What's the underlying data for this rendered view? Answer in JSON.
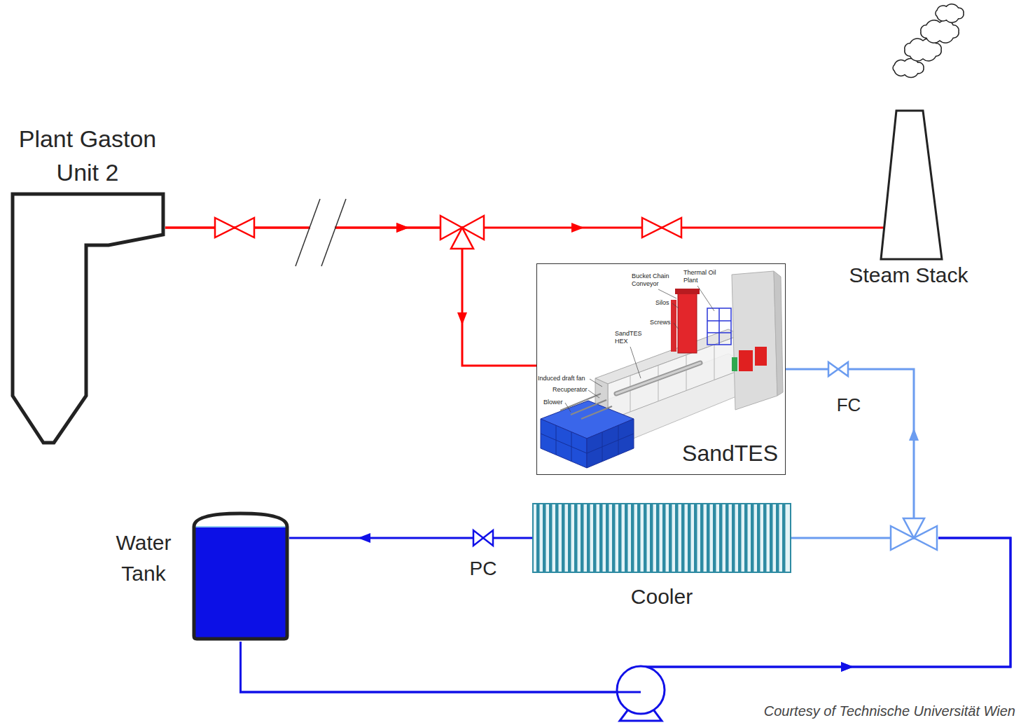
{
  "diagram": {
    "nodes": [
      {
        "text": [
          "Plant Gaston Unit 2"
        ]
      },
      {
        "text": [
          "Steam Stack"
        ]
      },
      {
        "text": [
          "SandTES"
        ]
      },
      {
        "text": [
          "Water Tank"
        ]
      },
      {
        "text": [
          "Cooler"
        ]
      }
    ],
    "edges": [
      {
        "from": 0,
        "to": 1,
        "arrow": "to"
      },
      {
        "from": 0,
        "to": 2,
        "arrow": "to"
      },
      {
        "from": 3,
        "to": 2,
        "arrow": "to"
      },
      {
        "from": 3,
        "to": 4,
        "arrow": "to"
      },
      {
        "from": 4,
        "to": 3,
        "arrow": "to"
      }
    ],
    "labels": [
      "FC",
      "PC",
      "Bucket Chain Conveyor",
      "Thermal Oil Plant",
      "Silos",
      "Screws",
      "SandTES HEX",
      "Induced draft fan",
      "Recuperator",
      "Blower",
      "Courtesy of Technische Universität Wien"
    ]
  }
}
